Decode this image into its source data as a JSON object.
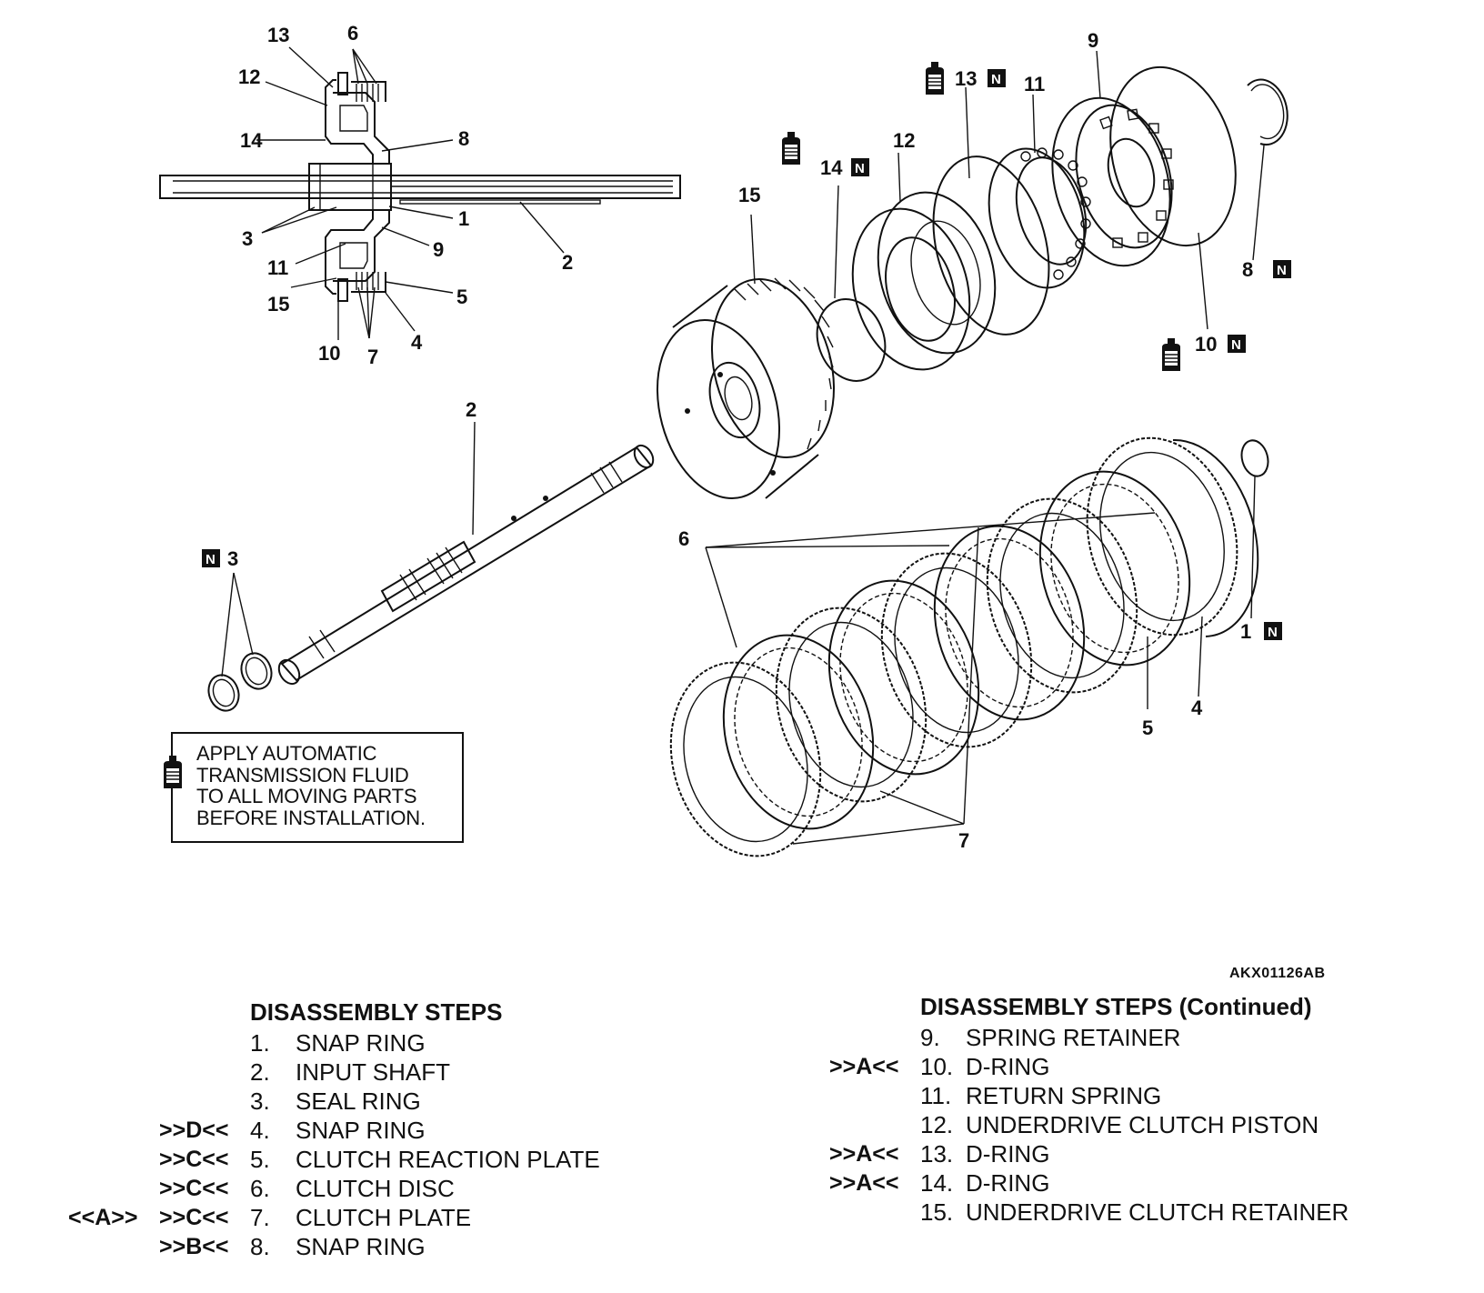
{
  "callouts": {
    "c1": "1",
    "c2": "2",
    "c3": "3",
    "c4": "4",
    "c5": "5",
    "c6": "6",
    "c7": "7",
    "c8": "8",
    "c9": "9",
    "c10": "10",
    "c11": "11",
    "c12": "12",
    "c13": "13",
    "c14": "14",
    "c15": "15",
    "n": "N"
  },
  "note": {
    "lines": [
      "APPLY AUTOMATIC",
      "TRANSMISSION FLUID",
      "TO ALL MOVING PARTS",
      "BEFORE INSTALLATION."
    ]
  },
  "figure_id": "AKX01126AB",
  "steps_left": {
    "heading": "DISASSEMBLY STEPS",
    "items": [
      {
        "num": "1.",
        "text": "SNAP RING",
        "mark": "",
        "mark2": ""
      },
      {
        "num": "2.",
        "text": "INPUT SHAFT",
        "mark": "",
        "mark2": ""
      },
      {
        "num": "3.",
        "text": "SEAL RING",
        "mark": "",
        "mark2": ""
      },
      {
        "num": "4.",
        "text": "SNAP RING",
        "mark": ">>D<<",
        "mark2": ""
      },
      {
        "num": "5.",
        "text": "CLUTCH REACTION PLATE",
        "mark": ">>C<<",
        "mark2": ""
      },
      {
        "num": "6.",
        "text": "CLUTCH DISC",
        "mark": ">>C<<",
        "mark2": ""
      },
      {
        "num": "7.",
        "text": "CLUTCH PLATE",
        "mark": ">>C<<",
        "mark2": "<<A>>"
      },
      {
        "num": "8.",
        "text": "SNAP RING",
        "mark": ">>B<<",
        "mark2": ""
      }
    ]
  },
  "steps_right": {
    "heading": "DISASSEMBLY STEPS (Continued)",
    "items": [
      {
        "num": "9.",
        "text": "SPRING RETAINER",
        "mark": ""
      },
      {
        "num": "10.",
        "text": "D-RING",
        "mark": ">>A<<"
      },
      {
        "num": "11.",
        "text": "RETURN SPRING",
        "mark": ""
      },
      {
        "num": "12.",
        "text": "UNDERDRIVE CLUTCH PISTON",
        "mark": ""
      },
      {
        "num": "13.",
        "text": "D-RING",
        "mark": ">>A<<"
      },
      {
        "num": "14.",
        "text": "D-RING",
        "mark": ">>A<<"
      },
      {
        "num": "15.",
        "text": "UNDERDRIVE CLUTCH RETAINER",
        "mark": ""
      }
    ]
  }
}
